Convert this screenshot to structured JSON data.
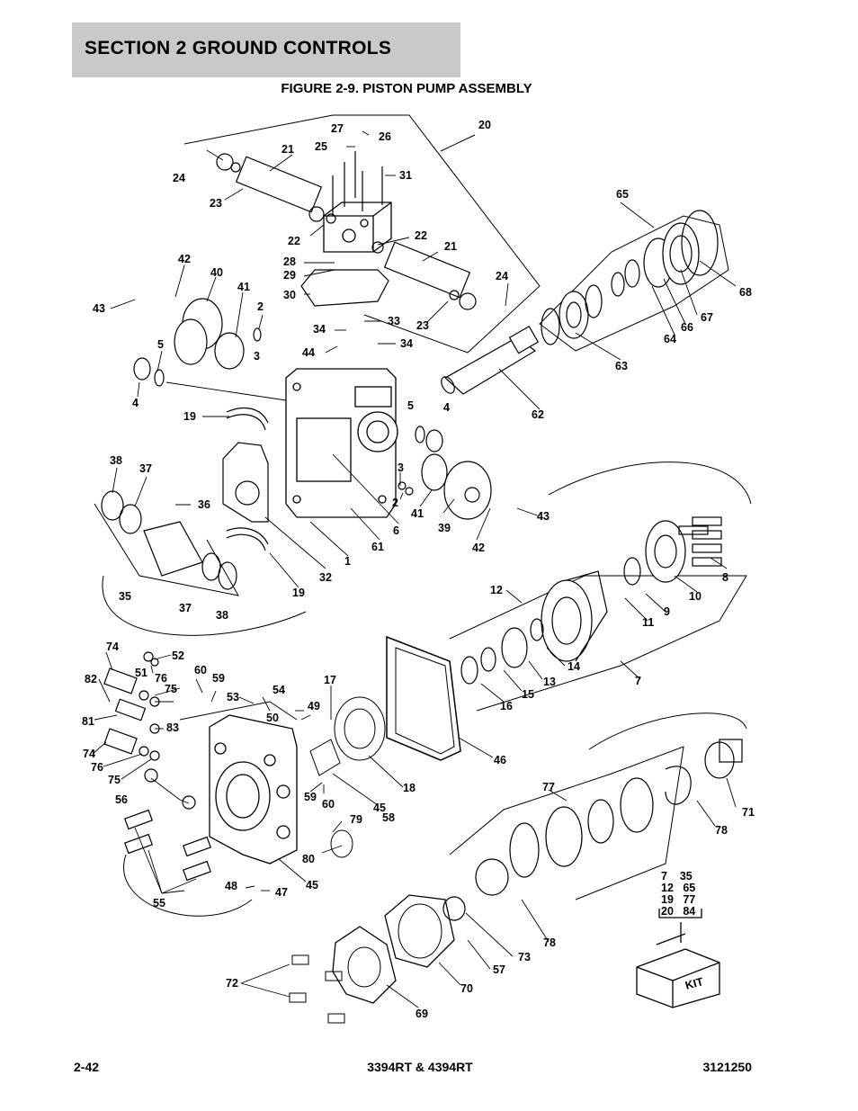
{
  "header": {
    "section_title": "SECTION 2   GROUND CONTROLS"
  },
  "figure": {
    "title": "FIGURE 2-9.  PISTON PUMP ASSEMBLY"
  },
  "callouts": [
    "1",
    "2",
    "3",
    "4",
    "5",
    "6",
    "7",
    "8",
    "9",
    "10",
    "11",
    "12",
    "13",
    "14",
    "15",
    "16",
    "17",
    "18",
    "19",
    "20",
    "21",
    "22",
    "23",
    "24",
    "25",
    "26",
    "27",
    "28",
    "29",
    "30",
    "31",
    "32",
    "33",
    "34",
    "35",
    "36",
    "37",
    "38",
    "39",
    "40",
    "41",
    "42",
    "43",
    "44",
    "45",
    "46",
    "47",
    "48",
    "49",
    "50",
    "51",
    "52",
    "53",
    "54",
    "55",
    "56",
    "57",
    "58",
    "59",
    "60",
    "61",
    "62",
    "63",
    "64",
    "65",
    "66",
    "67",
    "68",
    "69",
    "70",
    "71",
    "72",
    "73",
    "74",
    "75",
    "76",
    "77",
    "78",
    "79",
    "80",
    "81",
    "82",
    "83",
    "84"
  ],
  "kit_box": {
    "label_lines": [
      "7    35",
      "12   65",
      "19   77",
      "20   84"
    ],
    "box_text": "KIT"
  },
  "footer": {
    "page_number": "2-42",
    "model": "3394RT & 4394RT",
    "part_number": "3121250"
  }
}
